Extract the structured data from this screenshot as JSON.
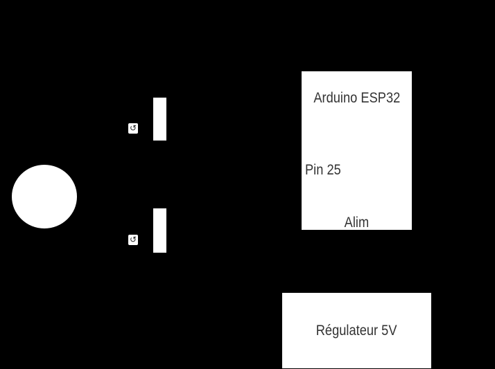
{
  "colors": {
    "background": "#000000",
    "shape-fill": "#ffffff",
    "text-color": "#333333",
    "icon-color": "#222222"
  },
  "diagram": {
    "icon_glyph": "↺",
    "arduino": {
      "title": "Arduino ESP32",
      "pin_label": "Pin 25",
      "alim_label": "Alim"
    },
    "regulator": {
      "label": "Régulateur 5V"
    }
  }
}
